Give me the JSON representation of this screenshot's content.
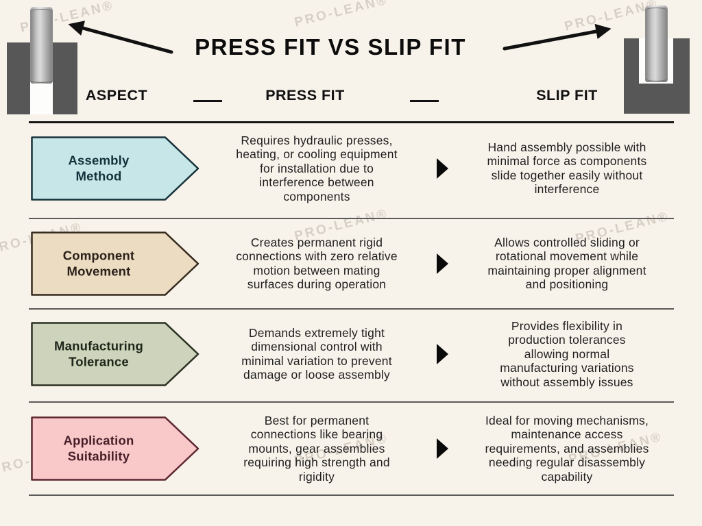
{
  "title": "PRESS FIT VS SLIP FIT",
  "watermark": {
    "text": "PRO-LEAN®"
  },
  "header": {
    "aspect": "ASPECT",
    "press_fit": "PRESS FIT",
    "slip_fit": "SLIP FIT"
  },
  "rows": [
    {
      "aspect": "Assembly\nMethod",
      "fill": "#c6e6e7",
      "border": "#16303a",
      "label_color": "#13303b",
      "press_fit": "Requires hydraulic presses,\nheating, or cooling equipment\nfor installation due to\ninterference between\ncomponents",
      "slip_fit": "Hand assembly possible with\nminimal force as components\nslide together easily without\ninterference"
    },
    {
      "aspect": "Component\nMovement",
      "fill": "#ecdcc1",
      "border": "#352a1e",
      "label_color": "#2b211a",
      "press_fit": "Creates permanent rigid\nconnections with zero relative\nmotion between mating\nsurfaces during operation",
      "slip_fit": "Allows controlled sliding or\nrotational movement while\nmaintaining proper alignment\nand positioning"
    },
    {
      "aspect": "Manufacturing\nTolerance",
      "fill": "#cdd4bb",
      "border": "#2a3021",
      "label_color": "#1f261a",
      "press_fit": "Demands extremely tight\ndimensional control with\nminimal variation to prevent\ndamage or loose assembly",
      "slip_fit": "Provides flexibility in\nproduction tolerances\nallowing normal\nmanufacturing variations\nwithout assembly issues"
    },
    {
      "aspect": "Application\nSuitability",
      "fill": "#f9c9ca",
      "border": "#5c2630",
      "label_color": "#471e28",
      "press_fit": "Best for permanent\nconnections like bearing\nmounts, gear assemblies\nrequiring high strength and\nrigidity",
      "slip_fit": "Ideal for moving mechanisms,\nmaintenance access\nrequirements, and assemblies\nneeding regular disassembly\ncapability"
    }
  ],
  "colors": {
    "background": "#f8f3ea",
    "title": "#0c0c0c",
    "body_text": "#1f1f1f",
    "separator": "#5a5a5a",
    "header_line": "#161616",
    "triangle": "#0a0a0a",
    "arrow": "#111111",
    "block_gray": "#575757",
    "watermark": "rgba(125,115,105,0.28)"
  }
}
